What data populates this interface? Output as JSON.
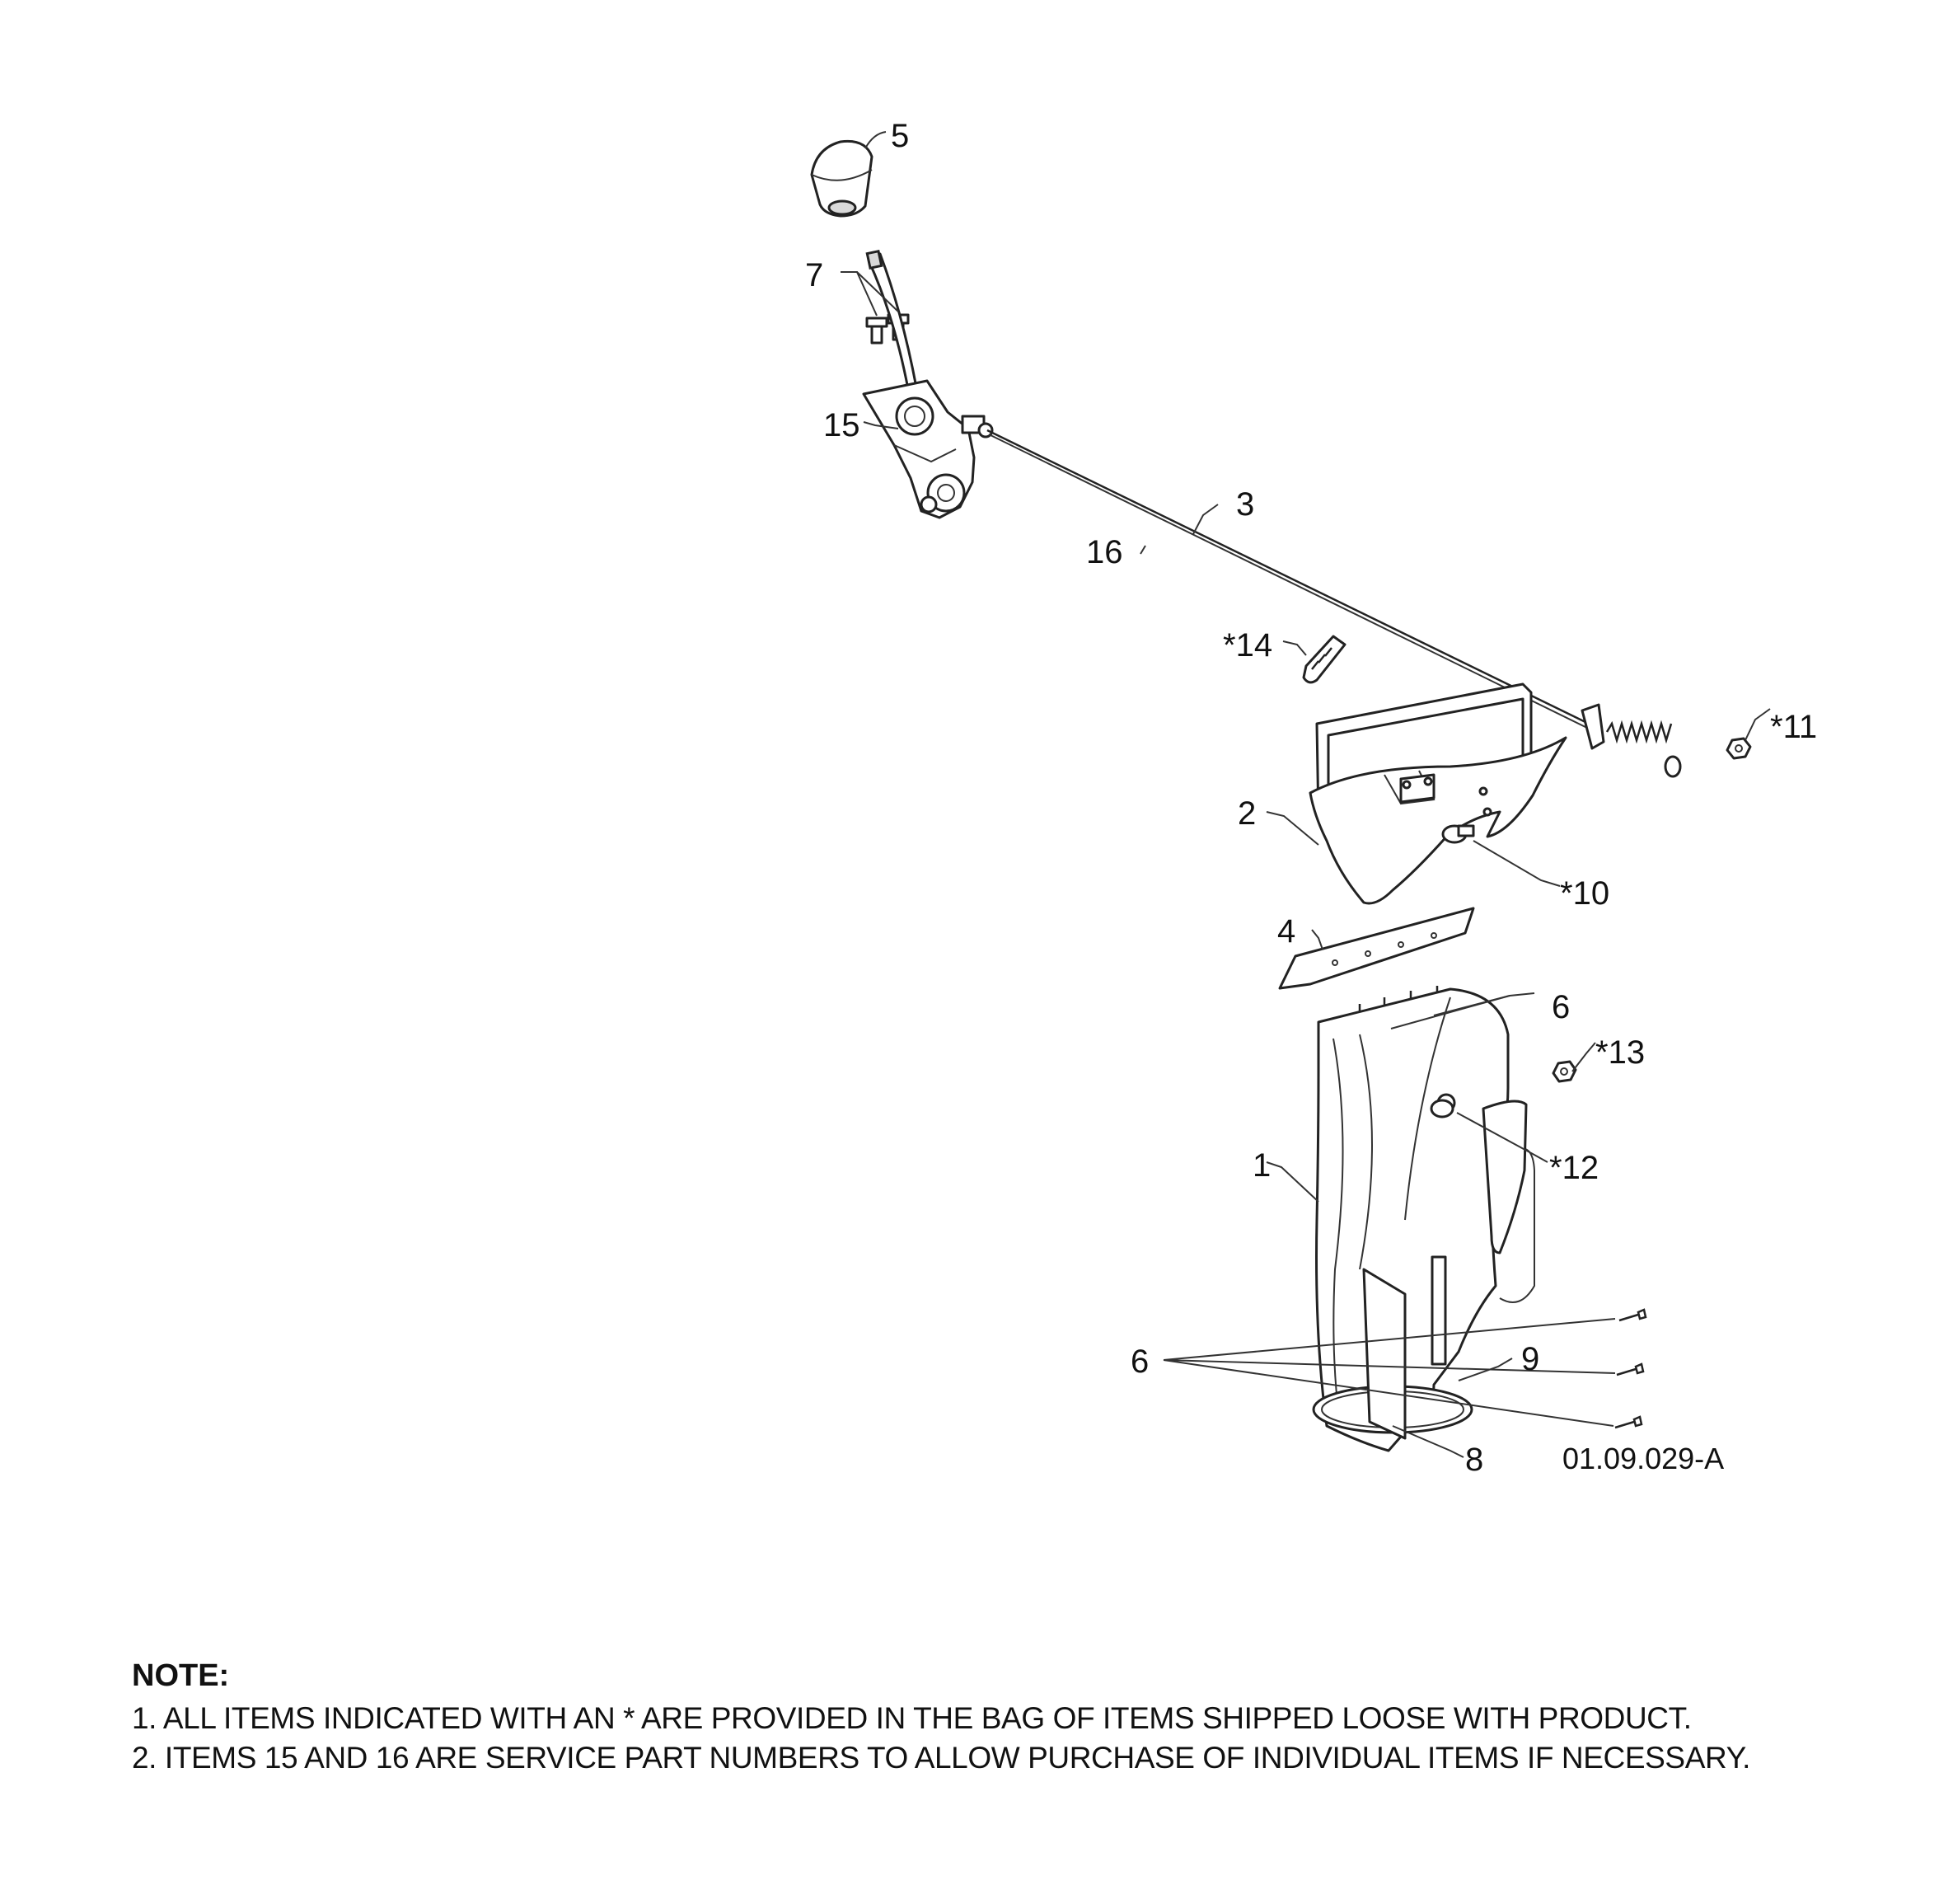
{
  "callouts": {
    "c5": "5",
    "c7": "7",
    "c15": "15",
    "c3": "3",
    "c16": "16",
    "c14": "*14",
    "c11": "*11",
    "c2": "2",
    "c10": "*10",
    "c4": "4",
    "c6_top": "6",
    "c13": "*13",
    "c12": "*12",
    "c1": "1",
    "c6_left": "6",
    "c9": "9",
    "c8": "8"
  },
  "drawing_number": "01.09.029-A",
  "notes": {
    "title": "NOTE:",
    "lines": [
      "1. ALL ITEMS INDICATED WITH AN * ARE PROVIDED IN THE BAG OF ITEMS SHIPPED LOOSE WITH PRODUCT.",
      "2. ITEMS 15 AND 16 ARE SERVICE PART NUMBERS TO ALLOW PURCHASE OF INDIVIDUAL ITEMS IF NECESSARY."
    ]
  }
}
